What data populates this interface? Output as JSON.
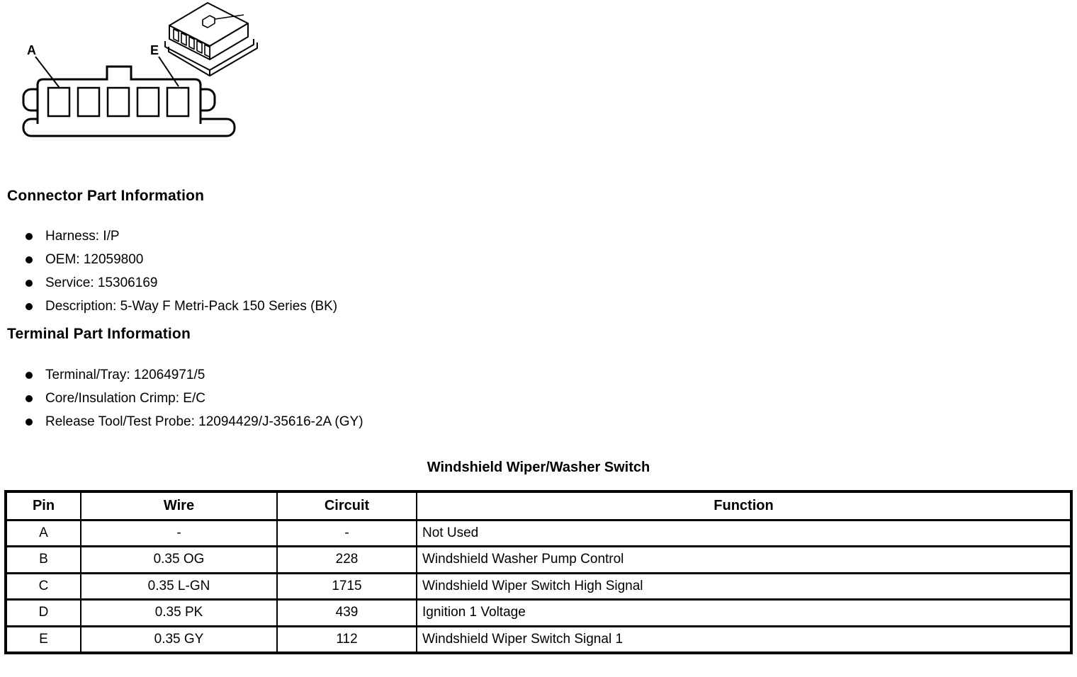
{
  "colors": {
    "ink": "#000000",
    "background": "#ffffff"
  },
  "diagram": {
    "pin_label_a": "A",
    "pin_label_e": "E"
  },
  "connector_info": {
    "heading": "Connector Part Information",
    "items": [
      "Harness: I/P",
      "OEM: 12059800",
      "Service: 15306169",
      "Description: 5-Way F Metri-Pack 150 Series (BK)"
    ]
  },
  "terminal_info": {
    "heading": "Terminal Part Information",
    "items": [
      "Terminal/Tray: 12064971/5",
      "Core/Insulation Crimp: E/C",
      "Release Tool/Test Probe: 12094429/J-35616-2A (GY)"
    ]
  },
  "table": {
    "title": "Windshield Wiper/Washer Switch",
    "headers": [
      "Pin",
      "Wire",
      "Circuit",
      "Function"
    ],
    "rows": [
      {
        "pin": "A",
        "wire": "-",
        "circuit": "-",
        "function": "Not Used"
      },
      {
        "pin": "B",
        "wire": "0.35 OG",
        "circuit": "228",
        "function": "Windshield Washer Pump Control"
      },
      {
        "pin": "C",
        "wire": "0.35 L-GN",
        "circuit": "1715",
        "function": "Windshield Wiper Switch High Signal"
      },
      {
        "pin": "D",
        "wire": "0.35 PK",
        "circuit": "439",
        "function": "Ignition 1 Voltage"
      },
      {
        "pin": "E",
        "wire": "0.35 GY",
        "circuit": "112",
        "function": "Windshield Wiper Switch Signal 1"
      }
    ]
  }
}
